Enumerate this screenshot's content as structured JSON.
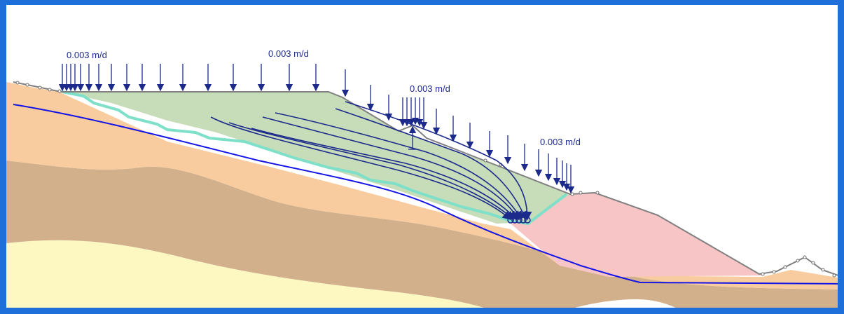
{
  "figure": {
    "type": "seepage-model-cross-section",
    "palette": {
      "frame": "#1e6fd9",
      "background": "#ffffff",
      "soil_upper": "#f8cc9e",
      "soil_middle": "#d2b08c",
      "soil_lower": "#fdf7c1",
      "waste_fill": "#c7dcb9",
      "dam_embankment": "#f7c5c5",
      "drain_layer": "#7ee0c8",
      "phreatic_line": "#1414e6",
      "flow_arrows": "#1c2a8c",
      "ground_surface": "#808080"
    },
    "icons": [
      "flux-arrow-icon",
      "flow-path-icon",
      "node-marker-icon",
      "drain-outlet-icon"
    ]
  },
  "flux_labels": [
    {
      "id": "flux-left",
      "text": "0.003 m/d"
    },
    {
      "id": "flux-top",
      "text": "0.003 m/d"
    },
    {
      "id": "flux-slope-upper",
      "text": "0.003 m/d"
    },
    {
      "id": "flux-slope-lower",
      "text": "0.003 m/d"
    }
  ]
}
